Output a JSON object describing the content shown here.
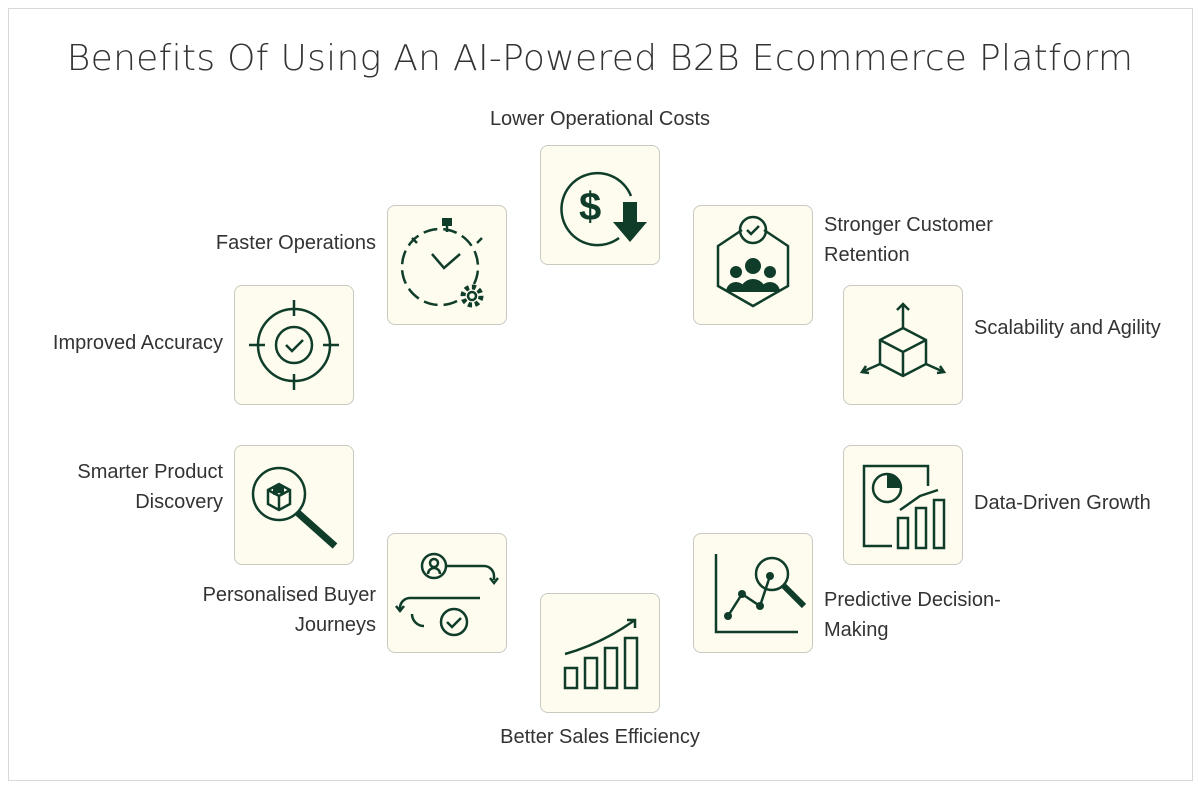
{
  "title": "Benefits Of Using An AI-Powered B2B Ecommerce Platform",
  "benefits": [
    {
      "label": "Lower Operational Costs",
      "icon": "dollar-down-icon"
    },
    {
      "label": "Stronger Customer Retention",
      "icon": "customer-group-icon"
    },
    {
      "label": "Scalability and Agility",
      "icon": "cube-arrows-icon"
    },
    {
      "label": "Data-Driven Growth",
      "icon": "report-chart-icon"
    },
    {
      "label": "Predictive Decision-Making",
      "icon": "line-chart-magnifier-icon"
    },
    {
      "label": "Better Sales Efficiency",
      "icon": "bar-growth-icon"
    },
    {
      "label": "Personalised Buyer Journeys",
      "icon": "buyer-journey-icon"
    },
    {
      "label": "Smarter Product Discovery",
      "icon": "product-search-icon"
    },
    {
      "label": "Improved Accuracy",
      "icon": "target-check-icon"
    },
    {
      "label": "Faster Operations",
      "icon": "stopwatch-gear-icon"
    }
  ],
  "colors": {
    "icon": "#0f3d2a",
    "box": "#fdfcef"
  }
}
